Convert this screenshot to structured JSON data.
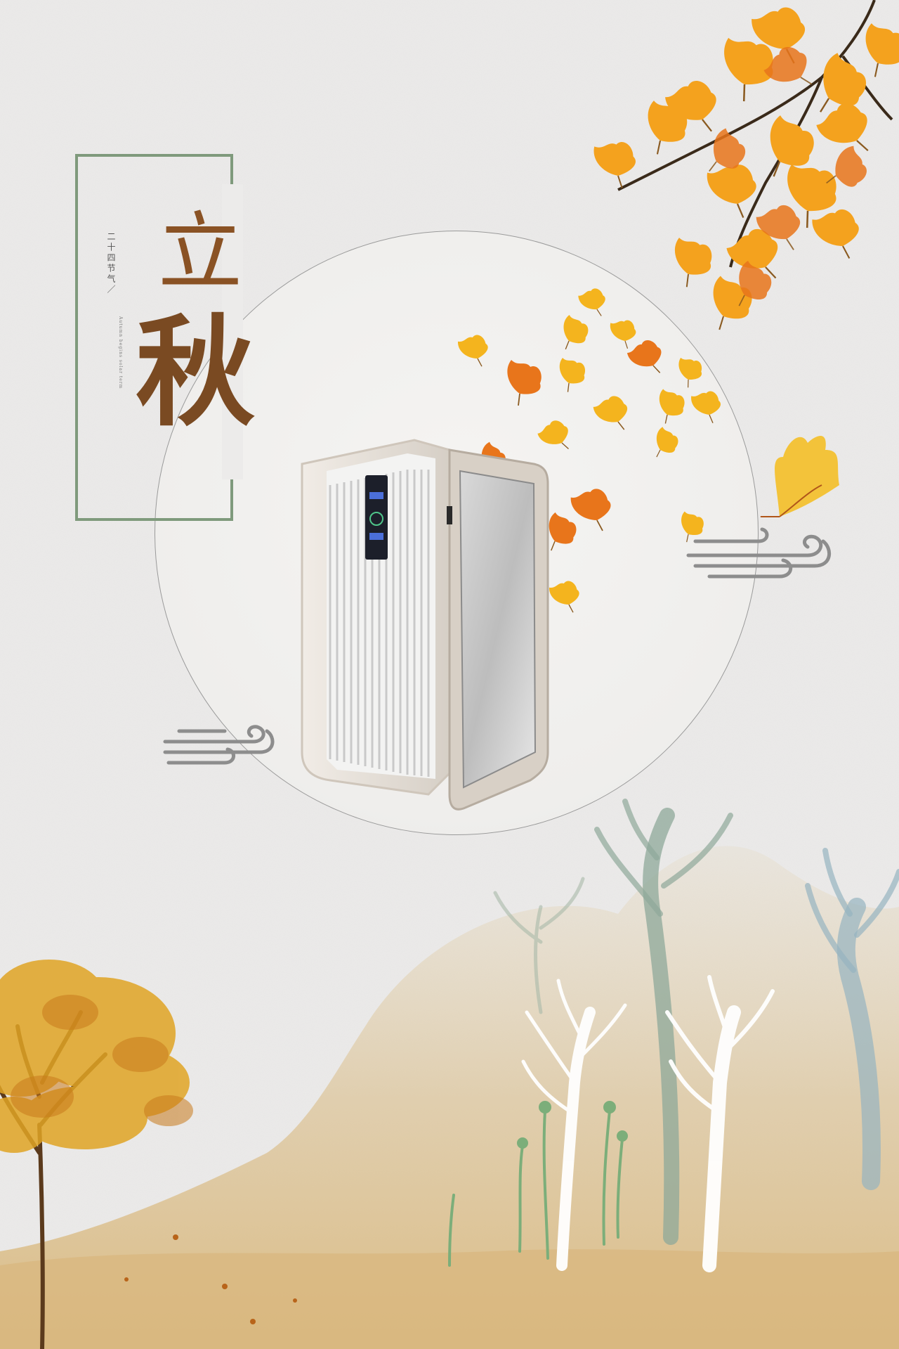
{
  "poster": {
    "title_line1": "立",
    "title_line2": "秋",
    "subtitle": "二十四节气／",
    "subtitle_en": "Autumn begins solar term"
  },
  "colors": {
    "background": "#ecebea",
    "frame": "#7f9a7c",
    "title": "#7a4a22",
    "ginkgo": "#f4a21e",
    "ginkgo_dark": "#e8751b"
  },
  "icons": {
    "purifier": "air-purifier-icon",
    "ginkgo": "ginkgo-leaf-icon",
    "cloud": "cloud-swirl-icon",
    "tree": "autumn-tree-icon"
  }
}
